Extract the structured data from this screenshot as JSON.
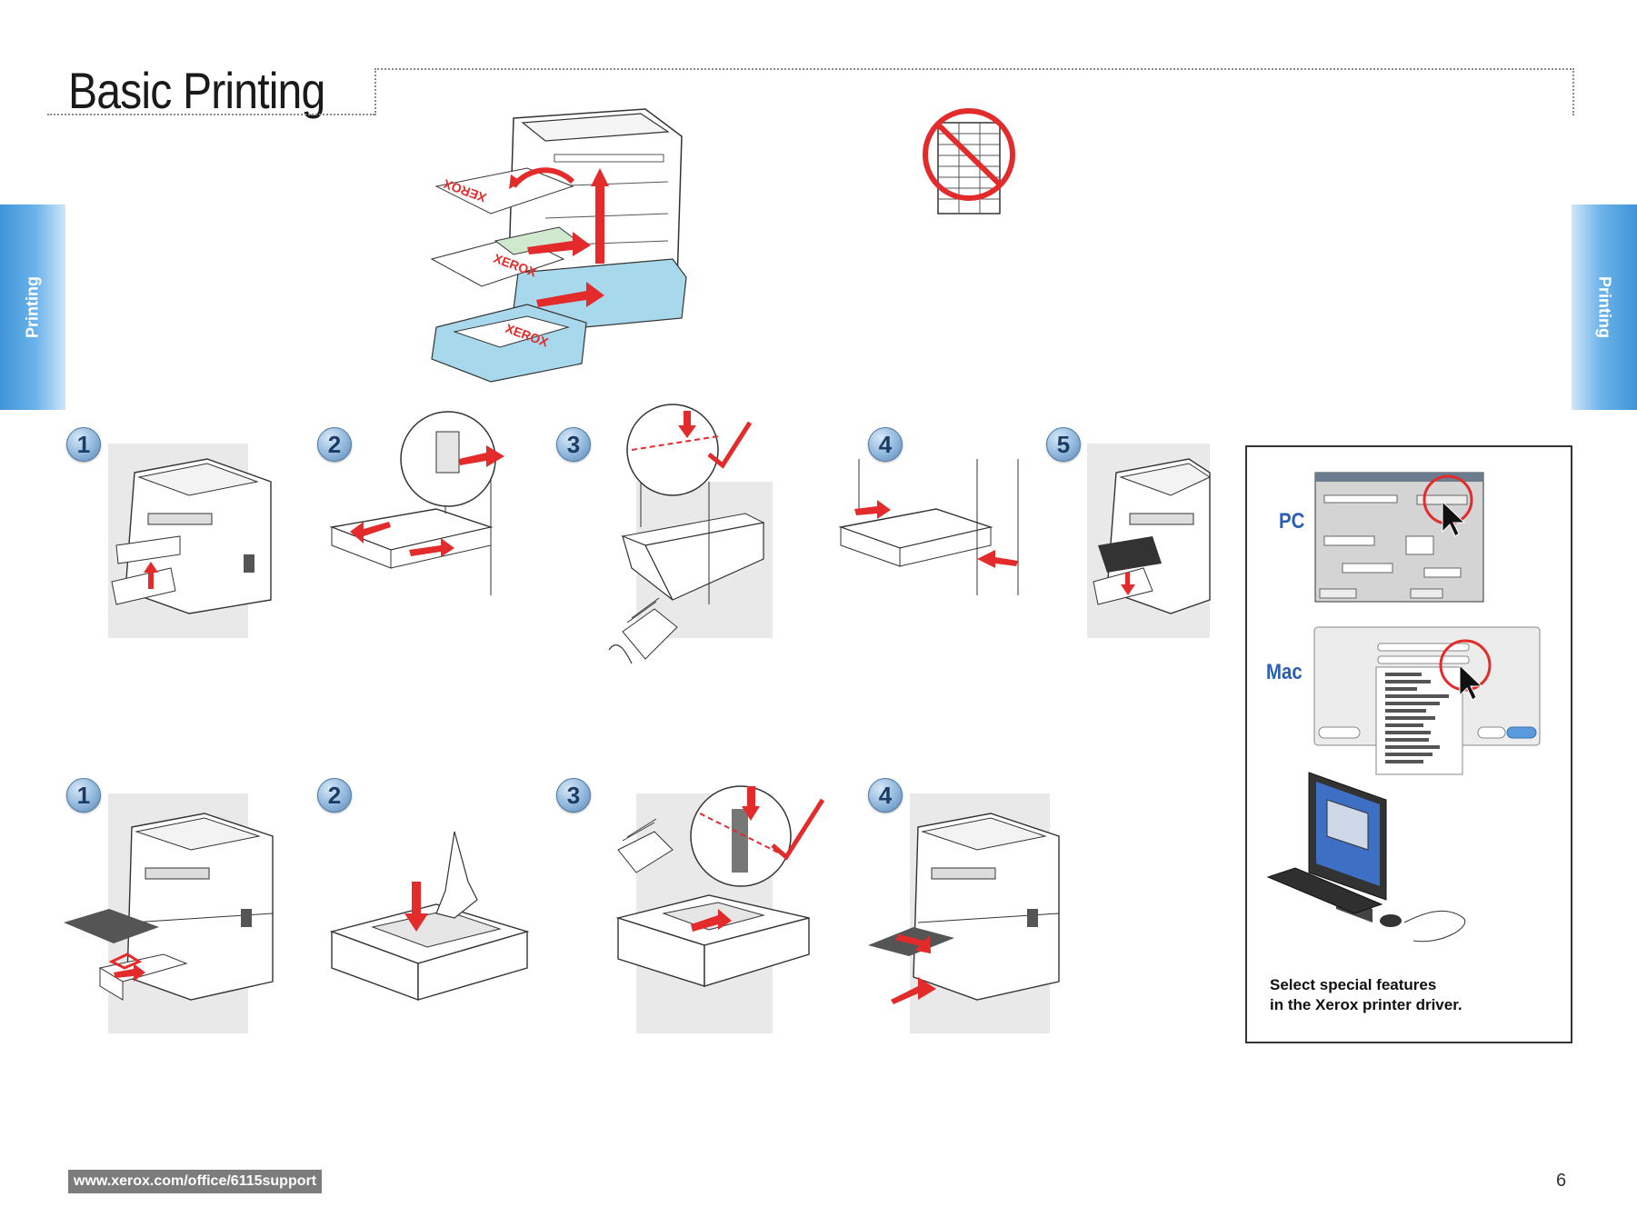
{
  "page": {
    "title": "Basic Printing",
    "side_tab_label": "Printing",
    "footer_url": "www.xerox.com/office/6115support",
    "page_number": "6"
  },
  "illustration": {
    "brand_text": "XEROX"
  },
  "steps_row1": [
    "1",
    "2",
    "3",
    "4",
    "5"
  ],
  "steps_row2": [
    "1",
    "2",
    "3",
    "4"
  ],
  "driver_panel": {
    "pc_label": "PC",
    "mac_label": "Mac",
    "caption_line1": "Select special features",
    "caption_line2": "in the Xerox printer driver."
  },
  "colors": {
    "accent_blue": "#4ba0e0",
    "arrow_red": "#e32b2b",
    "badge_blue": "#8fb6dc",
    "tray_blue": "#a8d8ec",
    "os_label_blue": "#2a5fb4"
  }
}
